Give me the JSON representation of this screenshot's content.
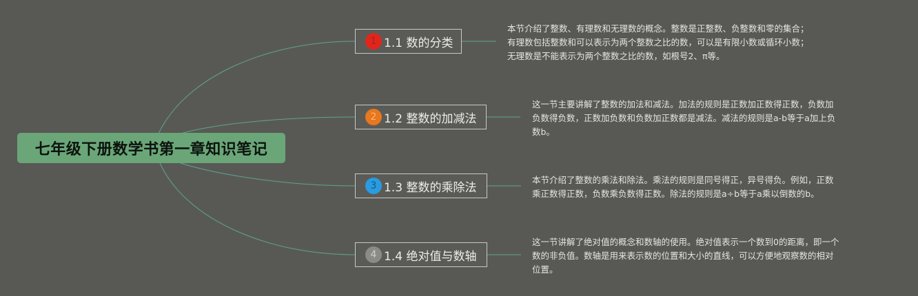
{
  "root": {
    "title": "七年级下册数学书第一章知识笔记"
  },
  "colors": {
    "background": "#585955",
    "root_fill": "#6aa678",
    "branch_line": "#5fa58e",
    "topic_border": "#c9c9c4"
  },
  "topics": [
    {
      "number": "1",
      "badge_color": "#e0261c",
      "label": "1.1 数的分类",
      "note": "本节介绍了整数、有理数和无理数的概念。整数是正整数、负整数和零的集合；\n有理数包括整数和可以表示为两个整数之比的数，可以是有限小数或循环小数；\n无理数是不能表示为两个整数之比的数，如根号2、π等。"
    },
    {
      "number": "2",
      "badge_color": "#e8771d",
      "label": "1.2 整数的加减法",
      "note": "这一节主要讲解了整数的加法和减法。加法的规则是正数加正数得正数，负数加\n负数得负数，正数加负数和负数加正数都是减法。减法的规则是a-b等于a加上负\n数b。"
    },
    {
      "number": "3",
      "badge_color": "#2a9be0",
      "label": "1.3 整数的乘除法",
      "note": "本节介绍了整数的乘法和除法。乘法的规则是同号得正，异号得负。例如，正数\n乘正数得正数，负数乘负数得正数。除法的规则是a÷b等于a乘以倒数的b。"
    },
    {
      "number": "4",
      "badge_color": "#8a8a86",
      "label": "1.4 绝对值与数轴",
      "note": "这一节讲解了绝对值的概念和数轴的使用。绝对值表示一个数到0的距离，即一个\n数的非负值。数轴是用来表示数的位置和大小的直线，可以方便地观察数的相对\n位置。"
    }
  ]
}
